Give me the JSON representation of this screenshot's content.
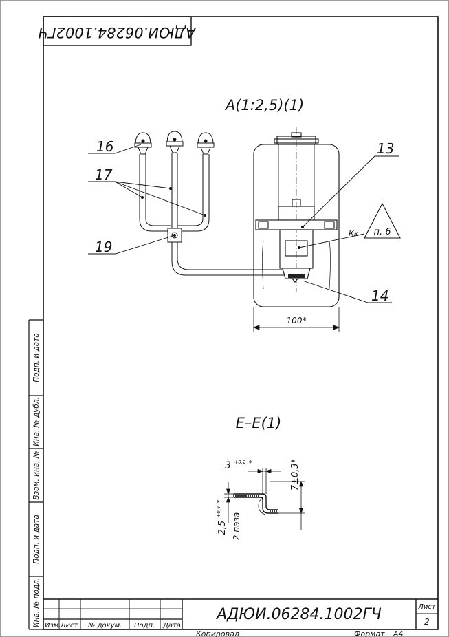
{
  "stamp": {
    "top_code": "АДЮИ.06284.1002ГЧ"
  },
  "side_labels": [
    "Подп. и дата",
    "Инв. № дубл.",
    "Взам. инв. №",
    "Подп. и дата",
    "Инв. № подл."
  ],
  "view_a": {
    "title": "A(1:2,5)(1)",
    "leaders": {
      "l16": "16",
      "l17": "17",
      "l19": "19",
      "l13": "13",
      "l14": "14"
    },
    "kk_label": "Кк",
    "triangle_note": "п. 6",
    "width_dim": "100*"
  },
  "section_e": {
    "title": "Е–Е(1)",
    "dim_top": "3",
    "dim_top_tol": "+0,2",
    "dim_top_star": "*",
    "dim_right": "7±0,3*",
    "dim_left": "2,5",
    "dim_left_tol": "+0,4",
    "dim_left_star": "*",
    "dim_left_note": "2 паза"
  },
  "title_block": {
    "code": "АДЮИ.06284.1002ГЧ",
    "headers": {
      "izm": "Изм.",
      "list": "Лист",
      "doc": "№ докум.",
      "podp": "Подп.",
      "data": "Дата"
    },
    "sheet_label": "Лист",
    "sheet_number": "2",
    "copied": "Копировал",
    "format_label": "Формат",
    "format_value": "А4"
  }
}
